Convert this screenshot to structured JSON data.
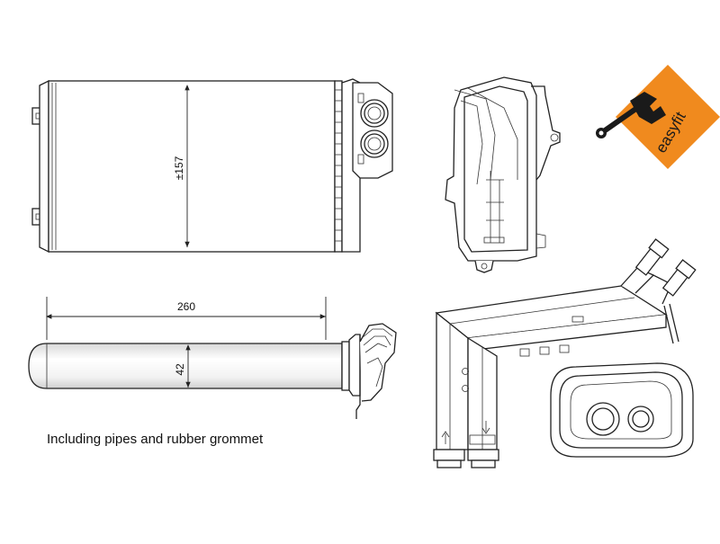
{
  "dimensions": {
    "height": "±157",
    "width": "260",
    "depth": "42"
  },
  "caption": "Including pipes and rubber grommet",
  "badge": {
    "text": "easyfit",
    "icon": "wrench-icon",
    "color": "#f08a1e"
  }
}
